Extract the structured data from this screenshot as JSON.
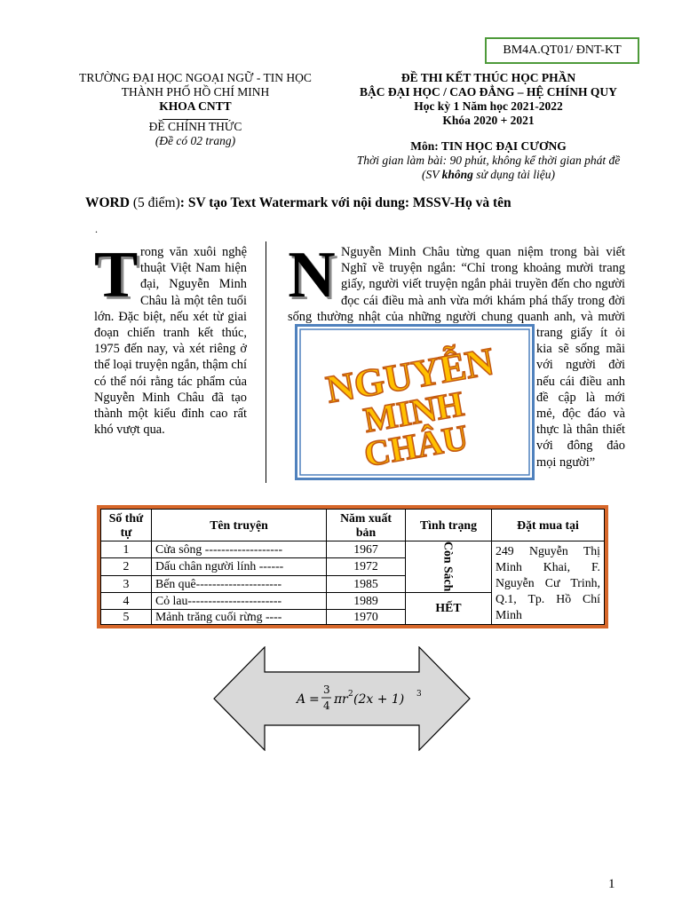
{
  "doc_code": "BM4A.QT01/ ĐNT-KT",
  "header_left": {
    "line1": "TRƯỜNG ĐẠI HỌC NGOẠI NGỮ - TIN HỌC",
    "line2": "THÀNH PHỐ HỒ CHÍ MINH",
    "line3": "KHOA CNTT",
    "official": "ĐỀ CHÍNH THỨC",
    "pages": "(Đề có 02 trang)"
  },
  "header_right": {
    "title": "ĐỀ THI KẾT THÚC HỌC PHẦN",
    "level": "BẬC ĐẠI HỌC / CAO ĐẲNG  – HỆ CHÍNH QUY",
    "semester": "Học kỳ 1 Năm học 2021-2022",
    "course": "Khóa 2020 + 2021",
    "subject": "Môn: TIN HỌC ĐẠI CƯƠNG",
    "time": "Thời gian làm bài: 90 phút, không kể thời gian phát đề",
    "materials_pre": "(SV ",
    "materials_bold": "không",
    "materials_post": " sử dụng tài liệu)"
  },
  "question": {
    "label": "WORD",
    "points": " (5 điểm)",
    "text": ": SV tạo Text Watermark với nội dung: MSSV-Họ và tên"
  },
  "bullet": ".",
  "column1": {
    "dropcap": "T",
    "text": "rong văn xuôi nghệ thuật Việt Nam hiện đại, Nguyễn Minh Châu là một tên tuổi lớn. Đặc biệt, nếu xét từ giai đoạn chiến tranh kết thúc, 1975 đến nay, và xét riêng ở thể loại truyện ngắn, thậm chí có thể nói rằng tác phẩm của Nguyễn Minh Châu đã tạo thành một kiểu đỉnh cao rất khó vượt qua."
  },
  "column2": {
    "dropcap": "N",
    "text_top": "Nguyễn Minh Châu từng quan niệm trong bài viết Nghĩ về truyện ngắn: “Chỉ trong khoảng mười trang giấy, người viết truyện ngắn phải truyền đến cho người đọc cái điều mà anh vừa mới khám phá thấy trong đời sống thường nhật của những",
    "text_bottom": "người chung quanh anh, và mười trang giấy ít ỏi kia sẽ sống mãi với người đời nếu cái điều anh đề cập là mới mẻ, độc đáo và thực là thân thiết với đông đảo mọi người”"
  },
  "wordart": {
    "line1": "NGUYỄN",
    "line2": "MINH",
    "line3": "CHÂU"
  },
  "table": {
    "headers": [
      "Số thứ tự",
      "Tên truyện",
      "Năm xuất bản",
      "Tình trạng",
      "Đặt mua tại"
    ],
    "rows": [
      {
        "no": "1",
        "title": "Cửa sông -------------------",
        "year": "1967"
      },
      {
        "no": "2",
        "title": "Dấu chân người lính ------",
        "year": "1972"
      },
      {
        "no": "3",
        "title": "Bến quê---------------------",
        "year": "1985"
      },
      {
        "no": "4",
        "title": "Cỏ lau-----------------------",
        "year": "1989"
      },
      {
        "no": "5",
        "title": "Mảnh trăng cuối rừng ----",
        "year": "1970"
      }
    ],
    "status_available": "Còn Sách",
    "status_soldout": "HẾT",
    "store": "249 Nguyễn Thị Minh Khai, F. Nguyễn Cư Trinh, Q.1, Tp. Hồ Chí Minh"
  },
  "formula": {
    "lhs": "A",
    "eq": "=",
    "num": "3",
    "den": "4",
    "pi": "π",
    "r": "r",
    "r_exp": "2",
    "paren": "(2x + 1)",
    "paren_exp": "3"
  },
  "page_number": "1",
  "colors": {
    "code_border": "#4e9a3a",
    "table_border": "#d7672a",
    "wordart_fill": "#ffc000",
    "wordart_outline": "#c55a11",
    "frame": "#4f81bd",
    "arrow_fill": "#d9d9d9"
  }
}
